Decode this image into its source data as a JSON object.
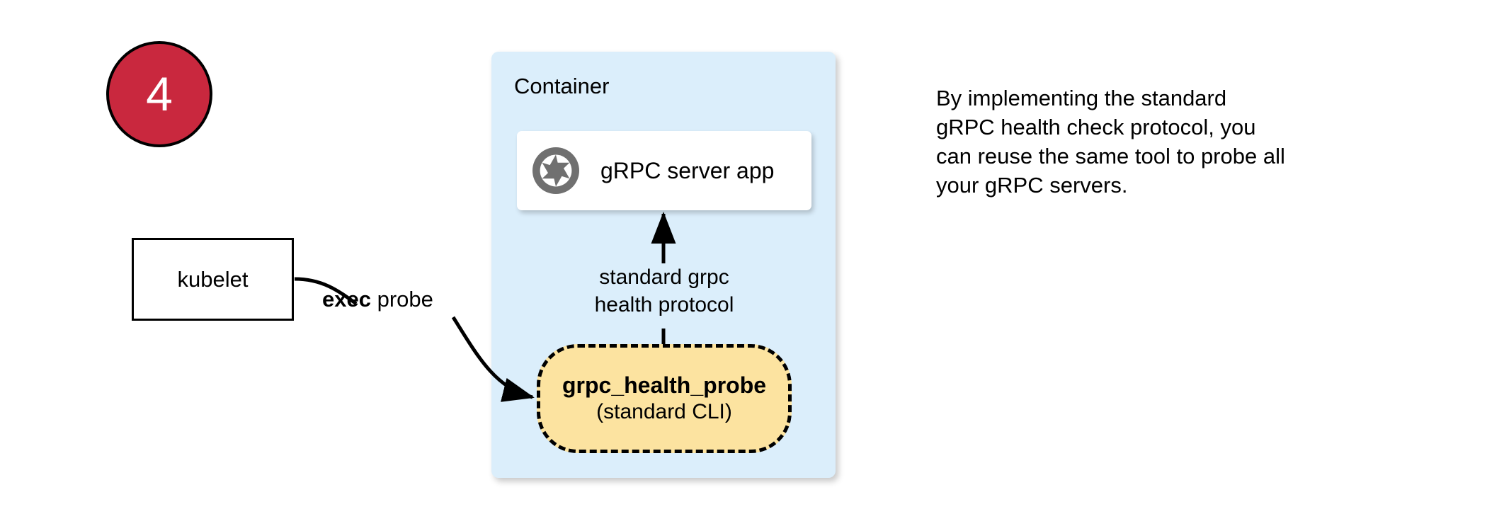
{
  "step": {
    "number": "4"
  },
  "container": {
    "label": "Container"
  },
  "grpc_card": {
    "icon": "aperture-icon",
    "label": "gRPC server app"
  },
  "probe": {
    "title": "grpc_health_probe",
    "subtitle": "(standard CLI)"
  },
  "kubelet": {
    "label": "kubelet"
  },
  "edges": {
    "exec_probe": {
      "strong": "exec",
      "rest": " probe"
    },
    "protocol": {
      "line1": "standard grpc",
      "line2": "health protocol"
    }
  },
  "side_note": {
    "line1": "By implementing the standard",
    "line2": "gRPC health check protocol, you",
    "line3": "can reuse the same tool to probe all",
    "line4": "your gRPC servers."
  },
  "colors": {
    "badge_fill": "#c9283e",
    "badge_text": "#ffffff",
    "container_fill": "#dbeefb",
    "card_fill": "#ffffff",
    "pill_fill": "#fce3a0",
    "icon_gray": "#707070",
    "stroke": "#000000"
  }
}
